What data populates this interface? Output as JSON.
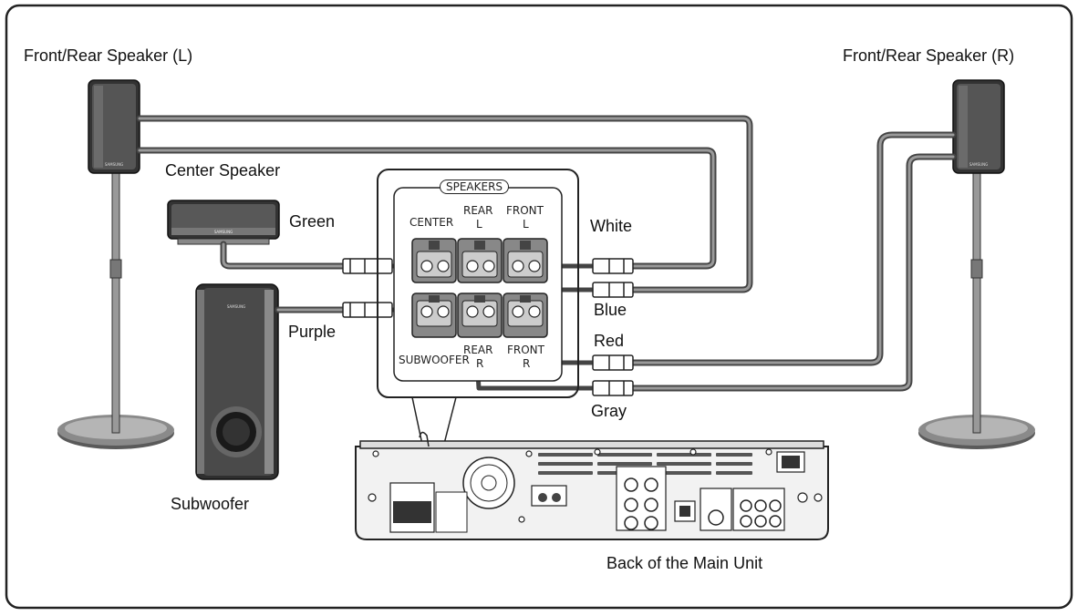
{
  "labels": {
    "front_rear_left": "Front/Rear Speaker (L)",
    "front_rear_right": "Front/Rear Speaker (R)",
    "center_speaker": "Center Speaker",
    "subwoofer": "Subwoofer",
    "back_of_unit": "Back of the Main Unit"
  },
  "wires": {
    "green": "Green",
    "purple": "Purple",
    "white": "White",
    "blue": "Blue",
    "red": "Red",
    "gray": "Gray"
  },
  "panel": {
    "title": "SPEAKERS",
    "center": "CENTER",
    "rear_l_1": "REAR",
    "rear_l_2": "L",
    "front_l_1": "FRONT",
    "front_l_2": "L",
    "subwoofer": "SUBWOOFER",
    "rear_r_1": "REAR",
    "rear_r_2": "R",
    "front_r_1": "FRONT",
    "front_r_2": "R"
  },
  "brand": "SAMSUNG",
  "colors": {
    "wire": "#555555",
    "wire_light": "#9a9a9a",
    "speaker_body": "#3a3a3a",
    "frame": "#222222"
  }
}
